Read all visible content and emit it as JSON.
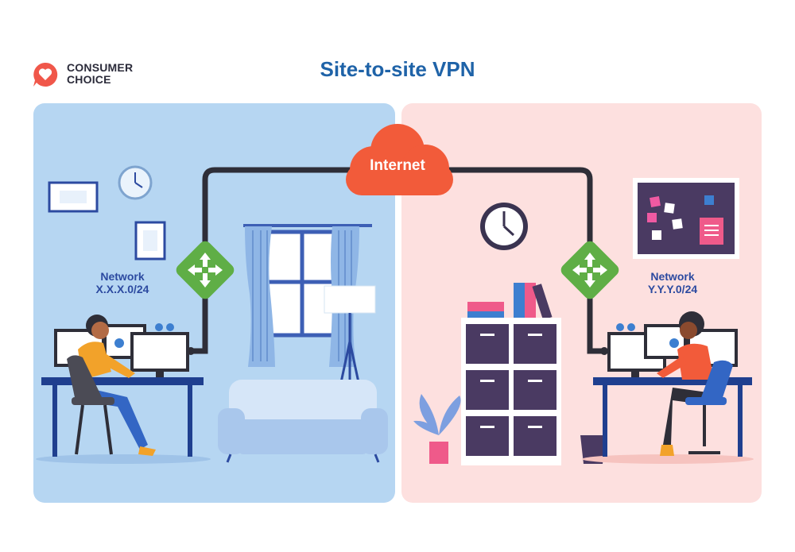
{
  "brand": {
    "line1": "CONSUMER",
    "line2": "CHOICE",
    "icon": "heart-speech-bubble-icon",
    "color": "#f0574a"
  },
  "title": "Site-to-site VPN",
  "cloud": {
    "label": "Internet",
    "color": "#f25b3a"
  },
  "left_site": {
    "network_label": "Network",
    "network_address": "X.X.X.0/24",
    "background": "#b6d6f2"
  },
  "right_site": {
    "network_label": "Network",
    "network_address": "Y.Y.Y.0/24",
    "background": "#fde0df"
  },
  "router_icon": "router-arrows-icon",
  "colors": {
    "title": "#1f63a8",
    "router": "#5fae46",
    "cable": "#2e2e38",
    "network_text": "#2c4aa0"
  }
}
